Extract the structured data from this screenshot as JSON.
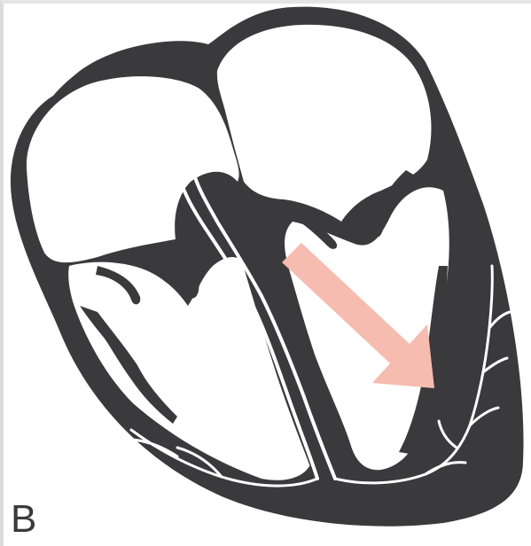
{
  "figure": {
    "panel_label": "B",
    "colors": {
      "myocardium": "#3a3a3c",
      "chamber": "#ffffff",
      "conduction": "#ffffff",
      "arrow": "#f6bcb0",
      "background": "#ffffff"
    },
    "elements": [
      "heart-outline",
      "right-atrium",
      "left-atrium",
      "right-ventricle",
      "left-ventricle",
      "interventricular-septum",
      "conduction-bundle",
      "purkinje-fibers",
      "depolarization-arrow"
    ]
  }
}
